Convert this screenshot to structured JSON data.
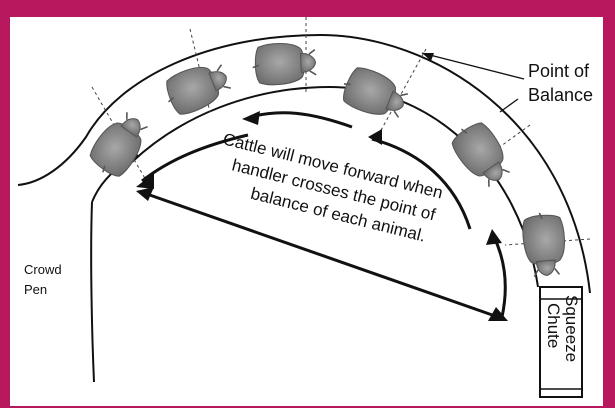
{
  "labels": {
    "point_of_balance_line1": "Point of",
    "point_of_balance_line2": "Balance",
    "caption_line1": "Cattle will move forward when",
    "caption_line2": "handler crosses the point of",
    "caption_line3": "balance of each animal.",
    "crowd_pen_line1": "Crowd",
    "crowd_pen_line2": "Pen",
    "squeeze_chute_line1": "Squeeze",
    "squeeze_chute_line2": "Chute"
  },
  "colors": {
    "border": "#b8185e",
    "background": "#ffffff",
    "ink": "#111111",
    "cattle": "#8c8c8c"
  },
  "icons": [
    "cattle-icon"
  ]
}
